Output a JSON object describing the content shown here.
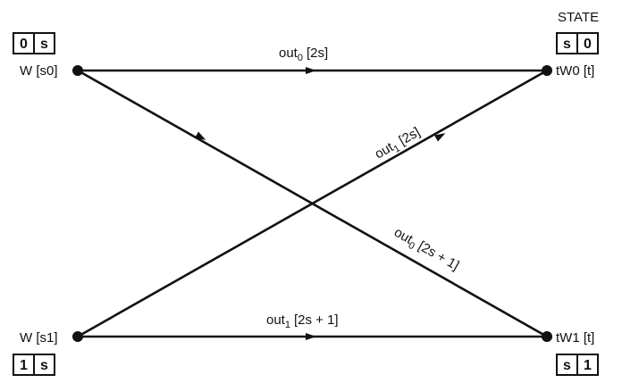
{
  "state_header": "STATE",
  "nodes": {
    "w_s0": {
      "label": "W [s0]",
      "cells": [
        "0",
        "s"
      ]
    },
    "w_s1": {
      "label": "W [s1]",
      "cells": [
        "1",
        "s"
      ]
    },
    "tw0": {
      "label": "tW0 [t]",
      "cells": [
        "s",
        "0"
      ]
    },
    "tw1": {
      "label": "tW1 [t]",
      "cells": [
        "s",
        "1"
      ]
    }
  },
  "edges": {
    "top": {
      "name": "out",
      "sub": "0",
      "arg": "[2s]"
    },
    "bottom": {
      "name": "out",
      "sub": "1",
      "arg": "[2s + 1]"
    },
    "rising": {
      "name": "out",
      "sub": "1",
      "arg": "[2s]"
    },
    "falling": {
      "name": "out",
      "sub": "0",
      "arg": "[2s + 1]"
    }
  }
}
